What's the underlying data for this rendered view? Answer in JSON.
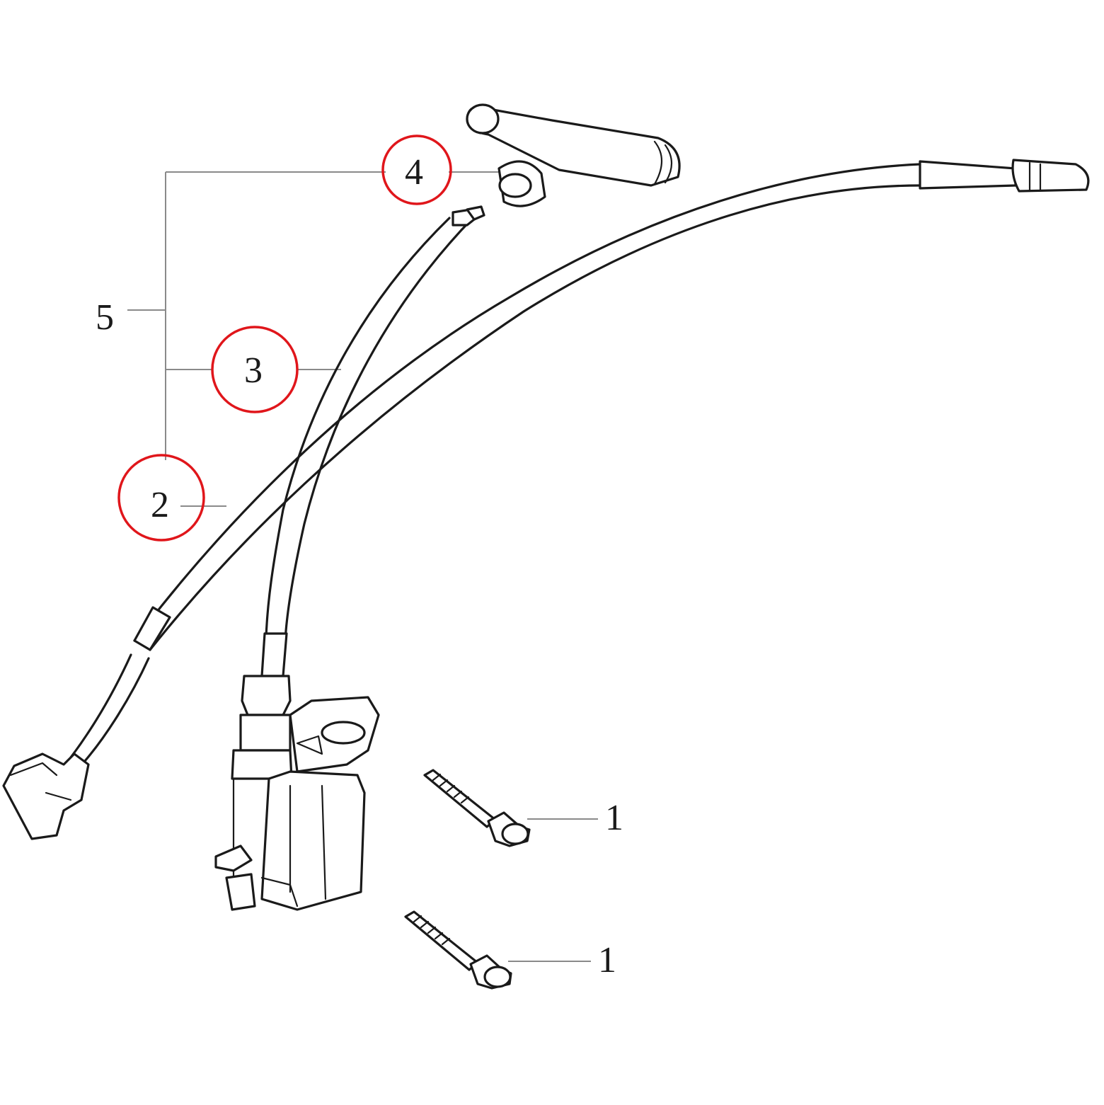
{
  "callouts": {
    "part_1_upper": "1",
    "part_1_lower": "1",
    "part_2": "2",
    "part_3": "3",
    "part_4": "4",
    "part_5": "5"
  },
  "highlighted_parts": [
    "2",
    "3",
    "4"
  ],
  "colors": {
    "highlight_ring": "#e0161b",
    "line_art": "#1a1a1a",
    "leader_line": "#8a8a8a",
    "background": "#ffffff"
  },
  "icons": {
    "ignition_coil": "ignition-coil-icon",
    "spark_plug_cap": "spark-plug-cap-icon",
    "high_tension_lead": "high-tension-lead-icon",
    "ground_lead": "ground-lead-icon",
    "mounting_bolt": "flange-bolt-icon"
  }
}
